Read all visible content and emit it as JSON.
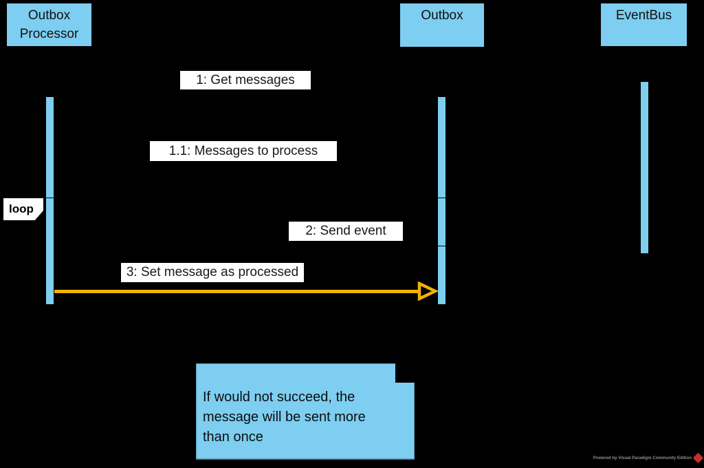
{
  "colors": {
    "background": "#000000",
    "shape_blue": "#7DCEF0",
    "arrow_yellow": "#EFB203",
    "label_bg": "#FFFFFF",
    "watermark_red": "#C4302B"
  },
  "participants": [
    {
      "label": "Outbox Processor"
    },
    {
      "label": "Outbox"
    },
    {
      "label": "EventBus"
    }
  ],
  "messages": [
    {
      "label": "1: Get messages"
    },
    {
      "label": "1.1: Messages to process"
    },
    {
      "label": "2: Send event"
    },
    {
      "label": "3: Set message as processed"
    }
  ],
  "fragment": {
    "operator_label": "loop"
  },
  "note": {
    "text": "If would not succeed, the\nmessage will be sent more\nthan once"
  },
  "watermark": {
    "label": "Powered by Visual Paradigm Community Edition",
    "logo": "visual-paradigm-logo"
  }
}
